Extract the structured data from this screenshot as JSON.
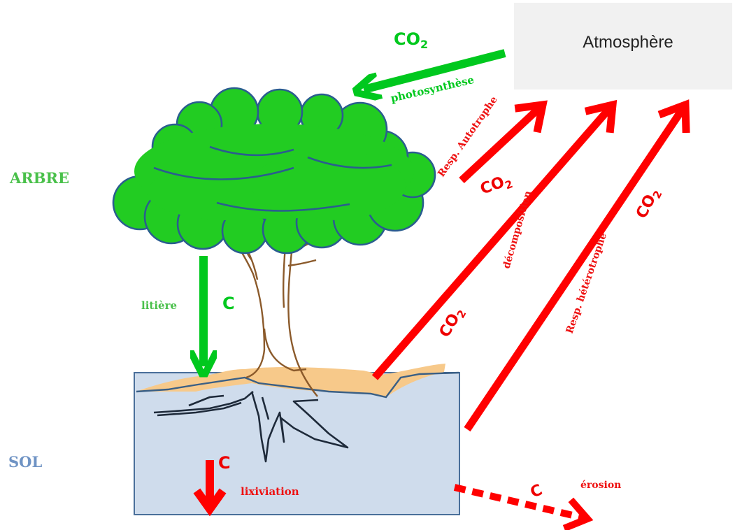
{
  "atmosphere": {
    "label": "Atmosphère"
  },
  "compartments": {
    "tree": "ARBRE",
    "soil": "SOL"
  },
  "fluxes": {
    "photosynthesis": {
      "label": "photosynthèse",
      "gas": "CO",
      "sub": "2"
    },
    "autotrophic": {
      "label": "Resp. Autotrophe",
      "gas": "CO",
      "sub": "2"
    },
    "decomposition": {
      "label": "décomposition",
      "gas": "CO",
      "sub": "2"
    },
    "heterotrophic": {
      "label": "Resp. hétérotrophe",
      "gas": "CO",
      "sub": "2"
    },
    "litter": {
      "label": "litière",
      "element": "C"
    },
    "leaching": {
      "label": "lixiviation",
      "element": "C"
    },
    "erosion": {
      "label": "érosion",
      "element": "C"
    }
  },
  "colors": {
    "green": "#00c81e",
    "red": "#ff0000",
    "tree_fill": "#22cc22",
    "tree_outline": "#2a5d8f",
    "soil_fill": "#cfdcec",
    "soil_outline": "#4a6f9a",
    "litter_layer": "#f7c98a",
    "atmosphere_fill": "#f1f1f1",
    "trunk": "#8b5a2b",
    "roots": "#1e2a3a",
    "sol_text": "#6f93c4"
  }
}
